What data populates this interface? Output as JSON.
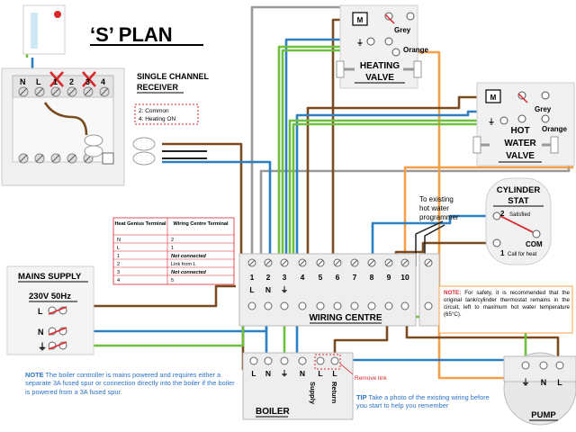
{
  "title": "‘S’ PLAN",
  "receiver": {
    "title_line1": "SINGLE CHANNEL",
    "title_line2": "RECEIVER",
    "legend_line1": "2: Common",
    "legend_line2": "4: Heating ON",
    "terminals": [
      "N",
      "L",
      "1",
      "2",
      "3",
      "4"
    ]
  },
  "mapping_table": {
    "headers": [
      "Heat Genius Terminal",
      "Wiring Centre Terminal"
    ],
    "rows": [
      [
        "N",
        "2"
      ],
      [
        "L",
        "1"
      ],
      [
        "1",
        "Not connected"
      ],
      [
        "2",
        "Link from L"
      ],
      [
        "3",
        "Not connected"
      ],
      [
        "4",
        "5"
      ]
    ]
  },
  "mains": {
    "title": "MAINS SUPPLY",
    "voltage": "230V 50Hz",
    "terminals": [
      "L",
      "N",
      "⏚"
    ]
  },
  "heating_valve": {
    "label_line1": "HEATING",
    "label_line2": "VALVE",
    "motor": "M",
    "grey": "Grey",
    "orange": "Orange"
  },
  "hw_valve": {
    "label_line1": "HOT",
    "label_line2": "WATER",
    "label_line3": "VALVE",
    "motor": "M",
    "grey": "Grey",
    "orange": "Orange"
  },
  "cylinder_stat": {
    "title_line1": "CYLINDER",
    "title_line2": "STAT",
    "t2": "2",
    "t2_label": "Satisfied",
    "com": "COM",
    "t1": "1",
    "t1_label": "Call for heat"
  },
  "to_existing": {
    "line1": "To existing",
    "line2": "hot water",
    "line3": "programmer"
  },
  "wiring_centre": {
    "label": "WIRING CENTRE",
    "terminals": [
      "1",
      "2",
      "3",
      "4",
      "5",
      "6",
      "7",
      "8",
      "9",
      "10"
    ],
    "sub_labels": [
      "L",
      "N",
      "⏚"
    ]
  },
  "boiler": {
    "label": "BOILER",
    "terminals": [
      "L",
      "N",
      "⏚",
      "N",
      "L",
      "L"
    ],
    "sub_labels": [
      "Supply",
      "Return"
    ],
    "remove_link": "Remove link"
  },
  "pump": {
    "label": "PUMP",
    "terminals": [
      "⏚",
      "N",
      "L"
    ]
  },
  "safety_note": {
    "prefix": "NOTE:",
    "text": " For safety, it is recommended that the original tank/cylinder thermostat remains in the circuit, left to maximum hot water temperature (65°C)."
  },
  "boiler_note": {
    "prefix": "NOTE",
    "text": " The boiler controller is mains powered and requires either a separate 3A fused spur or connection directly into the boiler if the boiler is powered from a 3A fused spur."
  },
  "tip": {
    "prefix": "TIP",
    "text": " Take a photo of the existing wiring before you start to help you remember"
  },
  "colors": {
    "brown": "#7a4a21",
    "blue": "#2d7fc1",
    "green": "#6fbf3f",
    "grey": "#999999",
    "orange": "#f4a04a",
    "red": "#d8262b",
    "note_blue": "#2b73c8"
  }
}
